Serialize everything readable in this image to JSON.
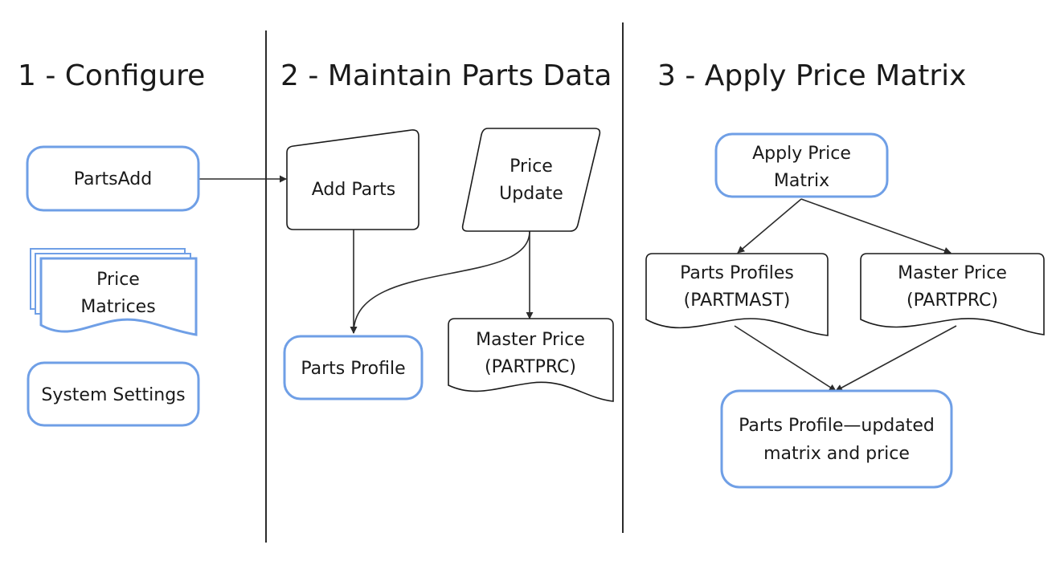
{
  "columns": {
    "configure": {
      "title": "1 - Configure"
    },
    "maintain": {
      "title": "2 - Maintain Parts Data"
    },
    "apply": {
      "title": "3 - Apply Price Matrix"
    }
  },
  "configure": {
    "parts_add": "PartsAdd",
    "price_matrices": [
      "Price",
      "Matrices"
    ],
    "system_settings": "System Settings"
  },
  "maintain": {
    "add_parts": "Add Parts",
    "price_update": [
      "Price",
      "Update"
    ],
    "parts_profile": "Parts Profile",
    "master_price": [
      "Master Price",
      "(PARTPRC)"
    ]
  },
  "apply": {
    "apply_price_matrix": [
      "Apply Price",
      "Matrix"
    ],
    "parts_profiles": [
      "Parts Profiles",
      "(PARTMAST)"
    ],
    "master_price": [
      "Master Price",
      "(PARTPRC)"
    ],
    "result": [
      "Parts Profile—updated",
      "matrix and price"
    ]
  },
  "colors": {
    "blue_border": "#6f9fe6",
    "black_border": "#1a1a1a"
  }
}
